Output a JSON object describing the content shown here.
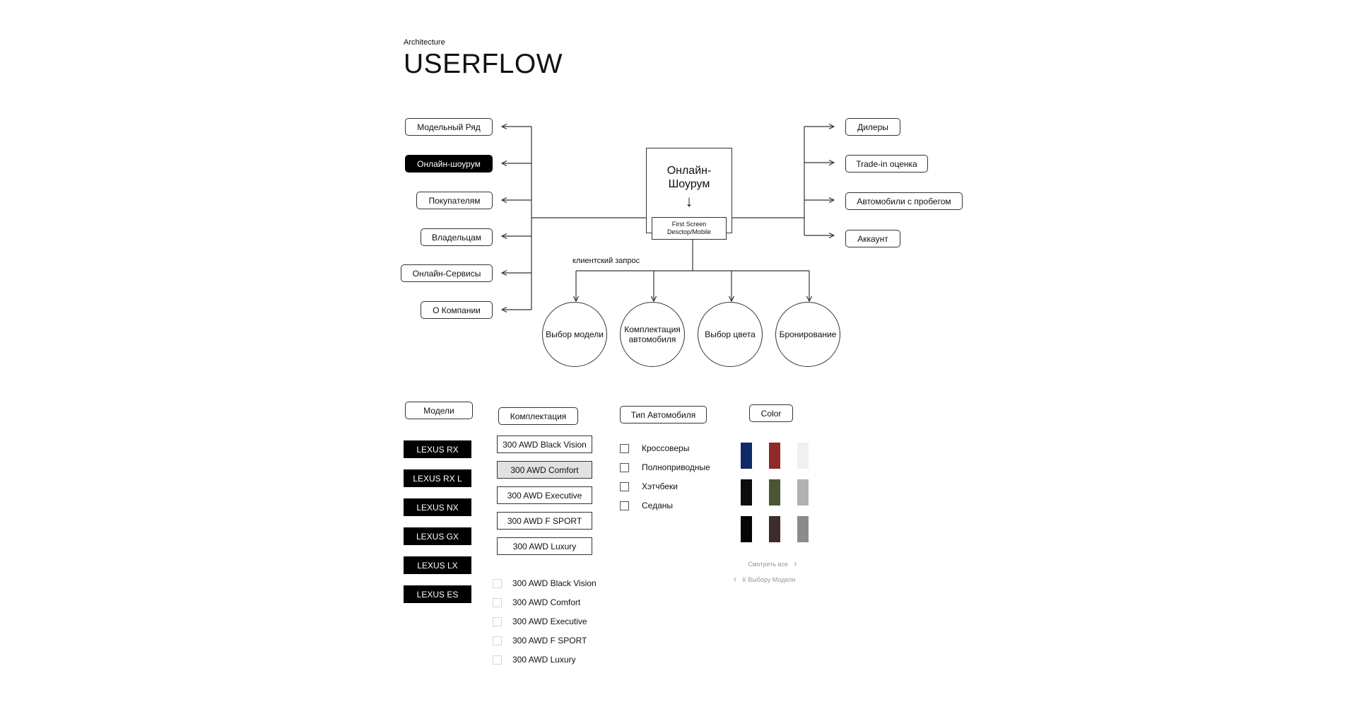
{
  "header": {
    "subtitle": "Architecture",
    "title": "USERFLOW"
  },
  "left_menu": [
    "Модельный Ряд",
    "Онлайн-шоурум",
    "Покупателям",
    "Владельцам",
    "Онлайн-Сервисы",
    "О Компании"
  ],
  "right_menu": [
    "Дилеры",
    "Trade-in оценка",
    "Автомобили с пробегом",
    "Аккаунт"
  ],
  "center": {
    "title_line1": "Онлайн-",
    "title_line2": "Шоурум",
    "arrow": "↓",
    "screen_line1": "First Screen",
    "screen_line2": "Desctop/Mobile"
  },
  "request_label": "клиентский запрос",
  "steps": [
    {
      "line1": "Выбор модели",
      "line2": ""
    },
    {
      "line1": "Комплектация",
      "line2": "автомобиля"
    },
    {
      "line1": "Выбор цвета",
      "line2": ""
    },
    {
      "line1": "Бронирование",
      "line2": ""
    }
  ],
  "models": {
    "label": "Модели",
    "items": [
      "LEXUS RX",
      "LEXUS RX L",
      "LEXUS NX",
      "LEXUS GX",
      "LEXUS LX",
      "LEXUS ES"
    ]
  },
  "trims": {
    "label": "Комплектация",
    "items": [
      "300 AWD Black Vision",
      "300 AWD Comfort",
      "300 AWD Executive",
      "300 AWD F SPORT",
      "300 AWD Luxury"
    ],
    "selected": "300 AWD Comfort"
  },
  "car_type": {
    "label": "Тип Автомобиля",
    "items": [
      "Кроссоверы",
      "Полноприводные",
      "Хэтчбеки",
      "Седаны"
    ]
  },
  "color": {
    "label": "Color",
    "swatches": [
      "#0d2a66",
      "#8e2a2a",
      "#f0f0f0",
      "#0c0c0c",
      "#4a5534",
      "#b1b1b1",
      "#050505",
      "#3e2b2b",
      "#8b8b8b"
    ],
    "see_all": "Смотреть все",
    "see_all_icon": "›",
    "back": "К Выбору Модели",
    "back_icon": "‹"
  }
}
